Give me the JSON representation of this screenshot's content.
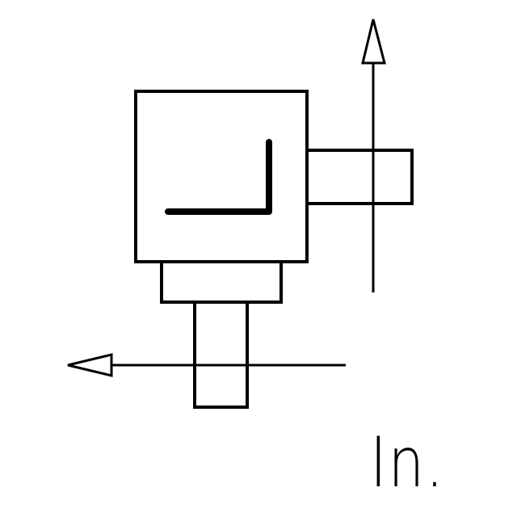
{
  "diagram": {
    "label": "In.",
    "colors": {
      "stroke": "#000000",
      "background": "#ffffff"
    },
    "symbol": "right-angle-gearbox",
    "arrows": [
      "up",
      "left"
    ]
  }
}
